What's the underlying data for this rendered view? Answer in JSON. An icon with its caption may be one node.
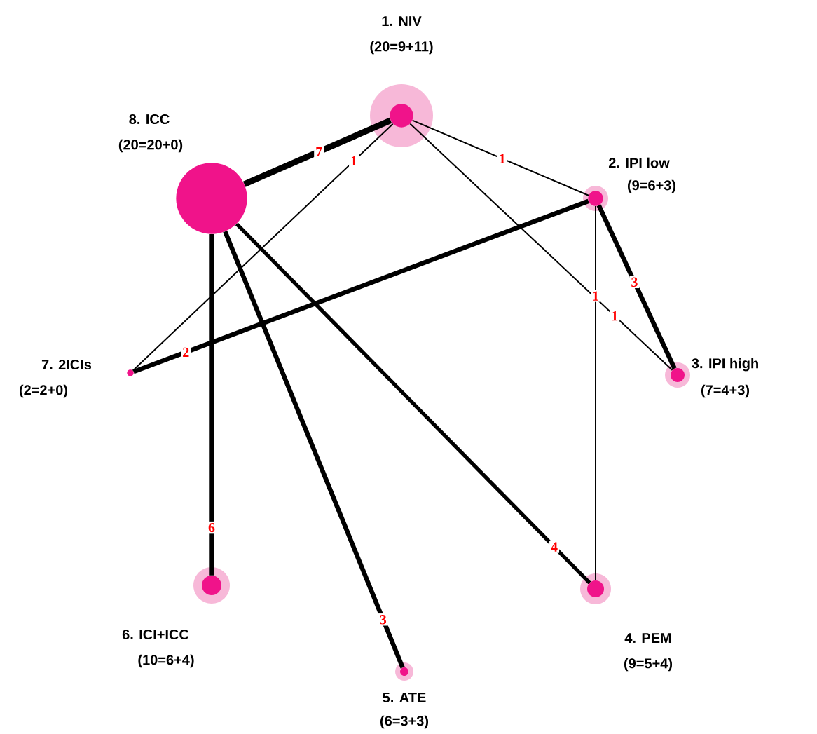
{
  "diagram": {
    "nodes": [
      {
        "text": [
          "1. NIV",
          "(20=9+11)"
        ]
      },
      {
        "text": [
          "2. IPI low",
          "(9=6+3)"
        ]
      },
      {
        "text": [
          "3. IPI high",
          "(7=4+3)"
        ]
      },
      {
        "text": [
          "4. PEM",
          "(9=5+4)"
        ]
      },
      {
        "text": [
          "5. ATE",
          "(6=3+3)"
        ]
      },
      {
        "text": [
          "6. ICI+ICC",
          "(10=6+4)"
        ]
      },
      {
        "text": [
          "7. 2ICIs",
          "(2=2+0)"
        ]
      },
      {
        "text": [
          "8. ICC",
          "(20=20+0)"
        ]
      }
    ],
    "edges": [
      {
        "from": 7,
        "to": 0,
        "arrow": "none",
        "label": "7"
      },
      {
        "from": 0,
        "to": 6,
        "arrow": "none",
        "label": "1"
      },
      {
        "from": 0,
        "to": 1,
        "arrow": "none",
        "label": "1"
      },
      {
        "from": 0,
        "to": 2,
        "arrow": "none",
        "label": "1"
      },
      {
        "from": 1,
        "to": 6,
        "arrow": "none",
        "label": "2"
      },
      {
        "from": 1,
        "to": 3,
        "arrow": "none",
        "label": "1"
      },
      {
        "from": 1,
        "to": 2,
        "arrow": "none",
        "label": "3"
      },
      {
        "from": 7,
        "to": 5,
        "arrow": "none",
        "label": "6"
      },
      {
        "from": 7,
        "to": 4,
        "arrow": "none",
        "label": "3"
      },
      {
        "from": 7,
        "to": 3,
        "arrow": "none",
        "label": "4"
      }
    ]
  }
}
